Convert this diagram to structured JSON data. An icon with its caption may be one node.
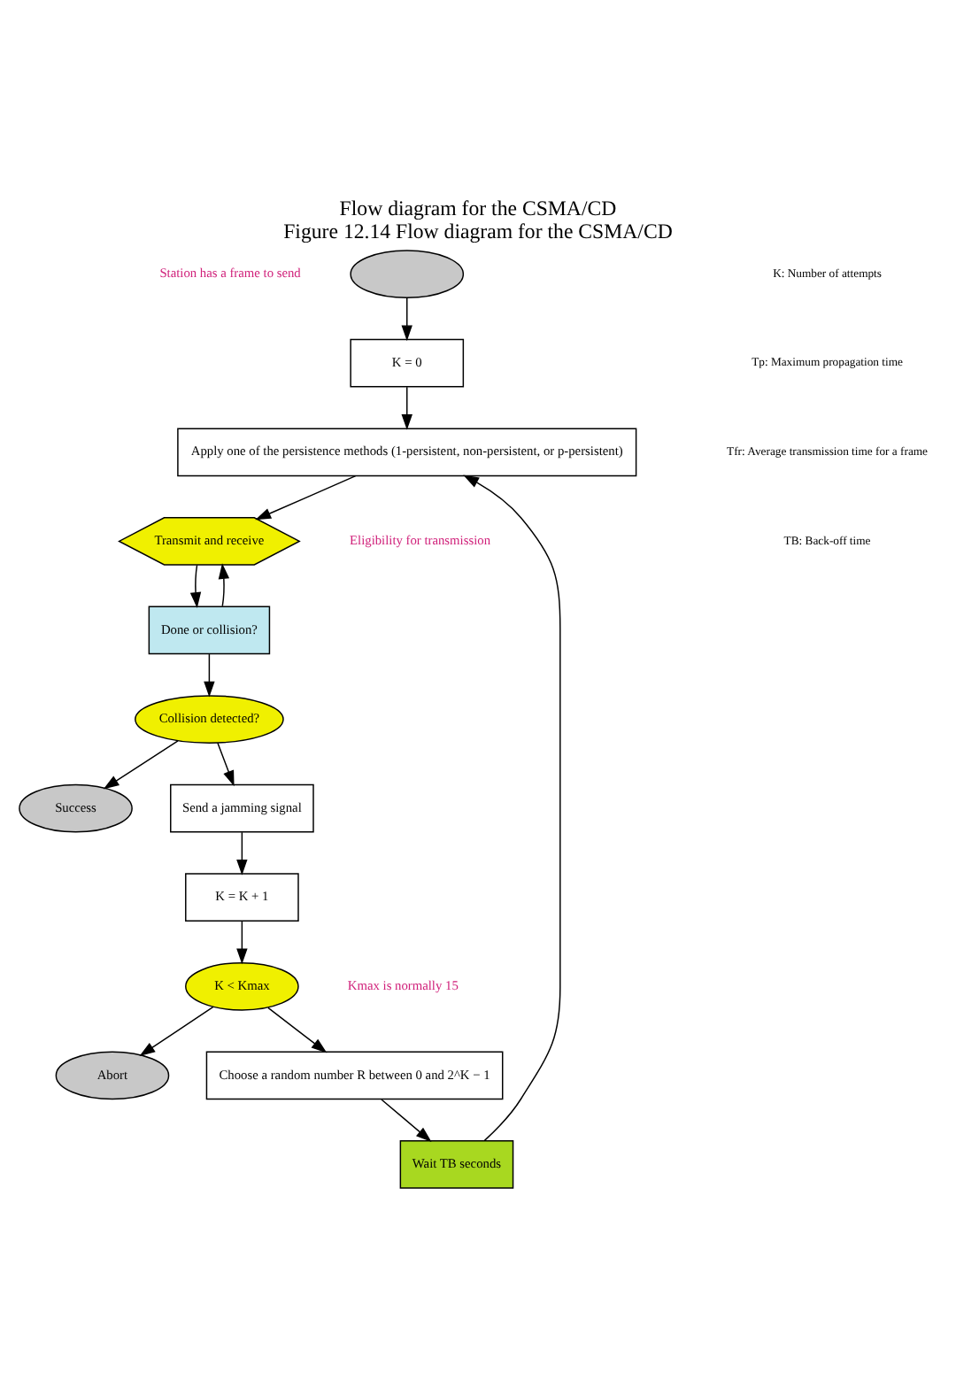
{
  "diagram": {
    "title": "Flow diagram for the CSMA/CD",
    "caption": "Figure 12.14 Flow diagram for the CSMA/CD",
    "nodes": [
      {
        "text": [],
        "shape": "ellipse",
        "beside": [
          "Station has a frame to send"
        ]
      },
      {
        "text": [
          "K = 0"
        ]
      },
      {
        "text": [
          "Apply one of the persistence methods (1-persistent, non-persistent, or p-persistent)"
        ]
      },
      {
        "text": [
          "Transmit and receive"
        ],
        "beside": [
          "Eligibility for transmission"
        ]
      },
      {
        "text": [
          "Done or collision?"
        ]
      },
      {
        "text": [
          "Wait TB seconds"
        ]
      },
      {
        "text": [
          "Choose a random number R between 0 and 2^K − 1"
        ]
      },
      {
        "text": [
          "K < Kmax"
        ],
        "beside": [
          "Kmax is normally 15"
        ]
      },
      {
        "text": [
          "K = K + 1"
        ]
      },
      {
        "text": [
          "Send a jamming signal"
        ]
      },
      {
        "text": [
          "Collision detected?"
        ]
      },
      {
        "text": [
          "Abort"
        ]
      },
      {
        "text": [
          "Success"
        ]
      }
    ],
    "edges": [
      {
        "from": 0,
        "to": 1,
        "arrow": "to"
      },
      {
        "from": 1,
        "to": 2,
        "arrow": "to"
      },
      {
        "from": 2,
        "to": 3,
        "arrow": "to"
      },
      {
        "from": 3,
        "to": 4,
        "arrow": "to"
      },
      {
        "from": 4,
        "to": 3,
        "arrow": "to"
      },
      {
        "from": 4,
        "to": 10,
        "arrow": "to"
      },
      {
        "from": 10,
        "to": 9,
        "arrow": "to"
      },
      {
        "from": 9,
        "to": 8,
        "arrow": "to"
      },
      {
        "from": 8,
        "to": 7,
        "arrow": "to"
      },
      {
        "from": 7,
        "to": 6,
        "arrow": "to"
      },
      {
        "from": 6,
        "to": 5,
        "arrow": "to"
      },
      {
        "from": 5,
        "to": 2,
        "arrow": "to"
      },
      {
        "from": 7,
        "to": 11,
        "arrow": "to"
      },
      {
        "from": 10,
        "to": 12,
        "arrow": "to"
      }
    ],
    "labels": [
      "K: Number of attempts",
      "Tp: Maximum propagation time",
      "Tfr: Average transmission time for a frame",
      "TB: Back-off time"
    ]
  }
}
